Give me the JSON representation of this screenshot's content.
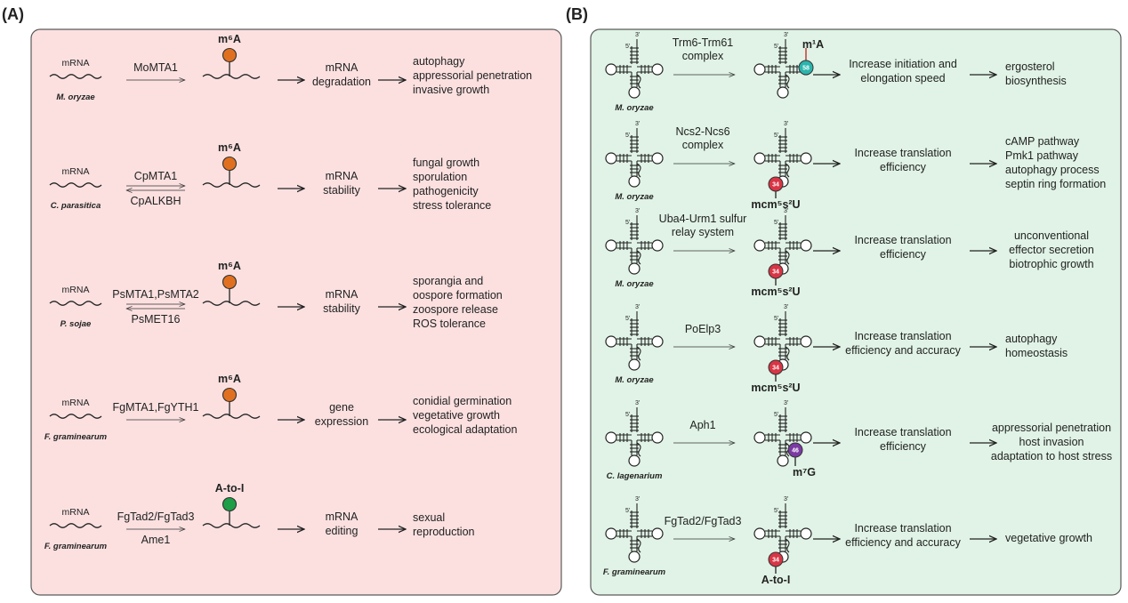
{
  "panel_a": {
    "label": "(A)",
    "bg_color": "#fce0e0",
    "rows": [
      {
        "mrna": "mRNA",
        "organism": "M. oryzae",
        "enzymes": [
          "MoMTA1"
        ],
        "reverse_enzyme": "",
        "modification": "m⁶A",
        "mod_color": "#e07020",
        "process": [
          "mRNA",
          "degradation"
        ],
        "effects": [
          "autophagy",
          "appressorial penetration",
          "invasive growth"
        ]
      },
      {
        "mrna": "mRNA",
        "organism": "C. parasitica",
        "enzymes": [
          "CpMTA1"
        ],
        "reverse_enzyme": "CpALKBH",
        "modification": "m⁶A",
        "mod_color": "#e07020",
        "process": [
          "mRNA",
          "stability"
        ],
        "effects": [
          "fungal growth",
          "sporulation",
          "pathogenicity",
          "stress tolerance"
        ]
      },
      {
        "mrna": "mRNA",
        "organism": "P. sojae",
        "enzymes": [
          "PsMTA1,PsMTA2"
        ],
        "reverse_enzyme": "PsMET16",
        "modification": "m⁶A",
        "mod_color": "#e07020",
        "process": [
          "mRNA",
          "stability"
        ],
        "effects": [
          "sporangia and",
          "oospore formation",
          "zoospore release",
          "ROS tolerance"
        ]
      },
      {
        "mrna": "mRNA",
        "organism": "F. graminearum",
        "enzymes": [
          "FgMTA1,FgYTH1"
        ],
        "reverse_enzyme": "",
        "modification": "m⁶A",
        "mod_color": "#e07020",
        "process": [
          "gene",
          "expression"
        ],
        "effects": [
          "conidial germination",
          "vegetative growth",
          "ecological adaptation"
        ]
      },
      {
        "mrna": "mRNA",
        "organism": "F. graminearum",
        "enzymes": [
          "FgTad2/FgTad3",
          "Ame1"
        ],
        "reverse_enzyme": "",
        "modification": "A-to-I",
        "mod_color": "#1e9e46",
        "process": [
          "mRNA",
          "editing"
        ],
        "effects": [
          "sexual",
          "reproduction"
        ]
      }
    ]
  },
  "panel_b": {
    "label": "(B)",
    "bg_color": "#e0f3e6",
    "rows": [
      {
        "organism": "M. oryzae",
        "enzymes": [
          "Trm6-Trm61",
          "complex"
        ],
        "position": "58",
        "pos_color": "#2ab5ad",
        "modification": "m¹A",
        "mod_color": "#e02020",
        "mechanism": [
          "Increase initiation and",
          "elongation speed"
        ],
        "effects": [
          "ergosterol",
          "biosynthesis"
        ]
      },
      {
        "organism": "M. oryzae",
        "enzymes": [
          "Ncs2-Ncs6",
          "complex"
        ],
        "position": "34",
        "pos_color": "#d93545",
        "modification": "mcm⁵s²U",
        "mod_color": "#222222",
        "mechanism": [
          "Increase translation",
          "efficiency"
        ],
        "effects": [
          "cAMP pathway",
          "Pmk1 pathway",
          "autophagy process",
          "septin ring formation"
        ]
      },
      {
        "organism": "M. oryzae",
        "enzymes": [
          "Uba4-Urm1 sulfur",
          "relay system"
        ],
        "position": "34",
        "pos_color": "#d93545",
        "modification": "mcm⁵s²U",
        "mod_color": "#222222",
        "mechanism": [
          "Increase translation",
          "efficiency"
        ],
        "effects": [
          "unconventional",
          "effector secretion",
          "biotrophic growth"
        ]
      },
      {
        "organism": "M. oryzae",
        "enzymes": [
          "PoElp3"
        ],
        "position": "34",
        "pos_color": "#d93545",
        "modification": "mcm⁵s²U",
        "mod_color": "#222222",
        "mechanism": [
          "Increase translation",
          "efficiency and accuracy"
        ],
        "effects": [
          "autophagy",
          "homeostasis"
        ]
      },
      {
        "organism": "C. lagenarium",
        "enzymes": [
          "Aph1"
        ],
        "position": "46",
        "pos_color": "#7b3aa3",
        "modification": "m⁷G",
        "mod_color": "#222222",
        "mechanism": [
          "Increase translation",
          "efficiency"
        ],
        "effects": [
          "appressorial penetration",
          "host invasion",
          "adaptation to host stress"
        ]
      },
      {
        "organism": "F. graminearum",
        "enzymes": [
          "FgTad2/FgTad3"
        ],
        "position": "34",
        "pos_color": "#d93545",
        "modification": "A-to-I",
        "mod_color": "#1e9e46",
        "mechanism": [
          "Increase translation",
          "efficiency and accuracy"
        ],
        "effects": [
          "vegetative growth"
        ]
      }
    ]
  },
  "trna_ends": {
    "five_prime": "5'",
    "three_prime": "3'"
  }
}
